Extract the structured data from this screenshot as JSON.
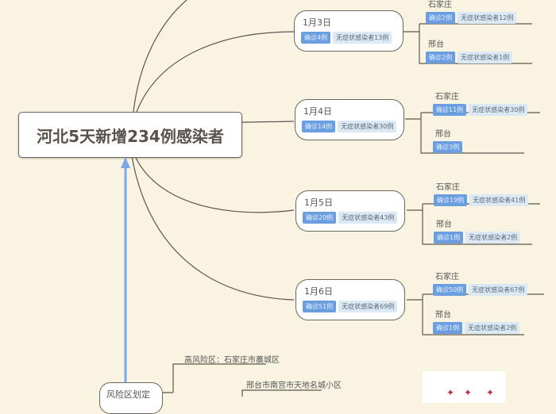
{
  "root": {
    "label": "河北5天新增234例感染者"
  },
  "days": [
    {
      "date": "1月3日",
      "confirmed": "确诊4例",
      "asymptomatic": "无症状感染者13例",
      "cities": [
        {
          "name": "石家庄",
          "confirmed": "确诊2例",
          "asymptomatic": "无症状感染者12例"
        },
        {
          "name": "邢台",
          "confirmed": "确诊2例",
          "asymptomatic": "无症状感染者1例"
        }
      ]
    },
    {
      "date": "1月4日",
      "confirmed": "确诊14例",
      "asymptomatic": "无症状感染者30例",
      "cities": [
        {
          "name": "石家庄",
          "confirmed": "确诊11例",
          "asymptomatic": "无症状感染者30例"
        },
        {
          "name": "邢台",
          "confirmed": "确诊3例",
          "asymptomatic": ""
        }
      ]
    },
    {
      "date": "1月5日",
      "confirmed": "确诊20例",
      "asymptomatic": "无症状感染者43例",
      "cities": [
        {
          "name": "石家庄",
          "confirmed": "确诊19例",
          "asymptomatic": "无症状感染者41例"
        },
        {
          "name": "邢台",
          "confirmed": "确诊1例",
          "asymptomatic": "无症状感染者2例"
        }
      ]
    },
    {
      "date": "1月6日",
      "confirmed": "确诊51例",
      "asymptomatic": "无症状感染者69例",
      "cities": [
        {
          "name": "石家庄",
          "confirmed": "确诊50例",
          "asymptomatic": "无症状感染者67例"
        },
        {
          "name": "邢台",
          "confirmed": "确诊1例",
          "asymptomatic": "无症状感染者2例"
        }
      ]
    }
  ],
  "risk": {
    "label": "风险区划定",
    "high": "高风险区：石家庄市藁城区",
    "medium": "邢台市南宫市天地名城小区"
  },
  "colors": {
    "background": "#f9f3e1",
    "tag_blue": "#6a9ee0",
    "tag_light": "#dce9f5",
    "arrow": "#7aa8e8"
  }
}
